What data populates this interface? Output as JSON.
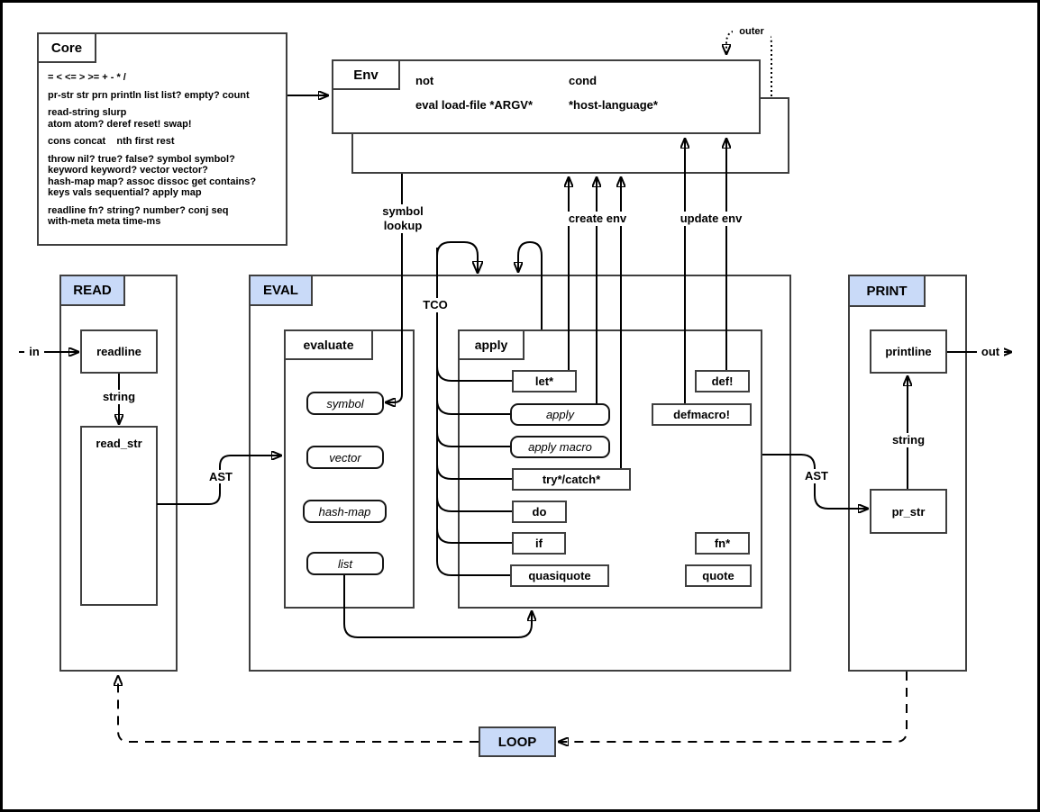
{
  "colors": {
    "accent_blue": "#c9daf8",
    "border_gray": "#3f3f3f",
    "line_black": "#000000"
  },
  "core": {
    "title": "Core",
    "groups": [
      [
        "= < <= > >= + - * /"
      ],
      [
        "pr-str str prn println list list? empty? count"
      ],
      [
        "read-string slurp",
        "atom atom? deref reset! swap!"
      ],
      [
        "cons concat    nth first rest"
      ],
      [
        "throw nil? true? false? symbol symbol?",
        "keyword keyword? vector vector?",
        "hash-map map? assoc dissoc get contains?",
        "keys vals sequential? apply map"
      ],
      [
        "readline fn? string? number? conj seq",
        "with-meta meta time-ms"
      ]
    ]
  },
  "env": {
    "title": "Env",
    "col1_row1": "not",
    "col2_row1": "cond",
    "col1_row2": "eval load-file *ARGV*",
    "col2_row2": "*host-language*",
    "outer_label": "outer"
  },
  "read": {
    "title": "READ",
    "readline": "readline",
    "read_str": "read_str",
    "in_label": "in",
    "string_label": "string",
    "ast_label": "AST"
  },
  "eval": {
    "title": "EVAL",
    "tco_label": "TCO",
    "symbol_lookup_line1": "symbol",
    "symbol_lookup_line2": "lookup",
    "create_env_label": "create env",
    "update_env_label": "update env",
    "ast_label": "AST",
    "evaluate": {
      "title": "evaluate",
      "symbol": "symbol",
      "vector": "vector",
      "hash_map": "hash-map",
      "list": "list"
    },
    "apply": {
      "title": "apply",
      "let": "let*",
      "apply_fn": "apply",
      "apply_macro": "apply macro",
      "try_catch": "try*/catch*",
      "do": "do",
      "if": "if",
      "quasiquote": "quasiquote",
      "def": "def!",
      "defmacro": "defmacro!",
      "fn": "fn*",
      "quote": "quote"
    }
  },
  "print": {
    "title": "PRINT",
    "printline": "printline",
    "pr_str": "pr_str",
    "out_label": "out",
    "string_label": "string"
  },
  "loop": {
    "title": "LOOP"
  }
}
